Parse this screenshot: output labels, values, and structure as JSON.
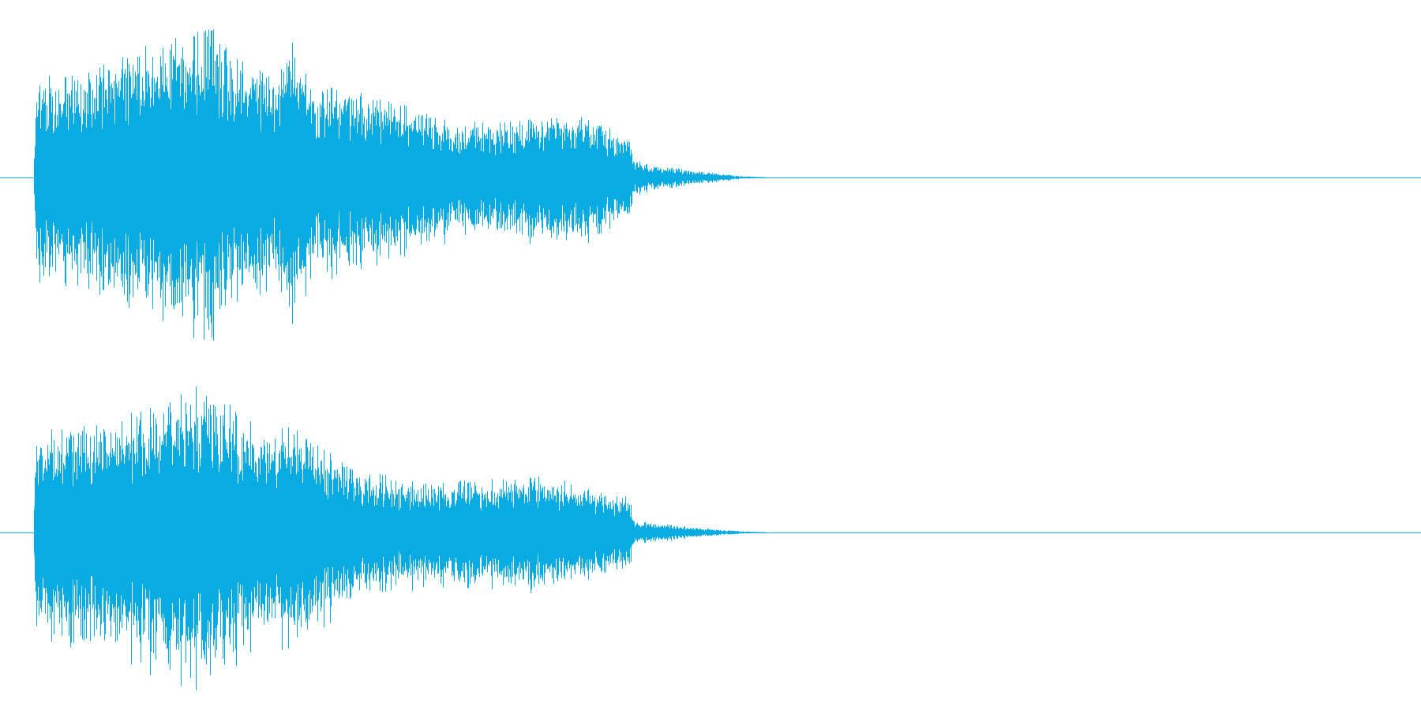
{
  "colors": {
    "background": "#ffffff",
    "waveform": "#08ace3",
    "baseline": "#08ace3"
  },
  "chart_data": {
    "type": "area",
    "title": "",
    "xlabel": "",
    "ylabel": "",
    "grid": false,
    "ylim": [
      -1,
      1
    ],
    "x_unit": "fraction_of_track",
    "series": [
      {
        "envelope": [
          [
            0.0,
            0.0
          ],
          [
            0.002,
            0.62
          ],
          [
            0.01,
            0.7
          ],
          [
            0.03,
            0.72
          ],
          [
            0.06,
            0.8
          ],
          [
            0.09,
            0.92
          ],
          [
            0.11,
            0.98
          ],
          [
            0.13,
            1.0
          ],
          [
            0.15,
            0.8
          ],
          [
            0.175,
            0.73
          ],
          [
            0.185,
            0.95
          ],
          [
            0.2,
            0.63
          ],
          [
            0.24,
            0.57
          ],
          [
            0.27,
            0.48
          ],
          [
            0.3,
            0.4
          ],
          [
            0.33,
            0.37
          ],
          [
            0.36,
            0.42
          ],
          [
            0.38,
            0.43
          ],
          [
            0.4,
            0.4
          ],
          [
            0.42,
            0.33
          ],
          [
            0.43,
            0.29
          ],
          [
            0.432,
            0.13
          ],
          [
            0.45,
            0.08
          ],
          [
            0.48,
            0.04
          ],
          [
            0.51,
            0.01
          ],
          [
            0.53,
            0.0
          ],
          [
            1.0,
            0.0
          ]
        ]
      },
      {
        "envelope": [
          [
            0.0,
            0.0
          ],
          [
            0.002,
            0.66
          ],
          [
            0.01,
            0.74
          ],
          [
            0.03,
            0.7
          ],
          [
            0.06,
            0.76
          ],
          [
            0.09,
            0.9
          ],
          [
            0.11,
            1.0
          ],
          [
            0.13,
            1.0
          ],
          [
            0.15,
            0.78
          ],
          [
            0.175,
            0.69
          ],
          [
            0.185,
            0.74
          ],
          [
            0.2,
            0.6
          ],
          [
            0.24,
            0.43
          ],
          [
            0.27,
            0.35
          ],
          [
            0.3,
            0.34
          ],
          [
            0.33,
            0.36
          ],
          [
            0.36,
            0.38
          ],
          [
            0.38,
            0.36
          ],
          [
            0.4,
            0.3
          ],
          [
            0.42,
            0.25
          ],
          [
            0.43,
            0.26
          ],
          [
            0.432,
            0.08
          ],
          [
            0.45,
            0.06
          ],
          [
            0.48,
            0.03
          ],
          [
            0.51,
            0.01
          ],
          [
            0.53,
            0.0
          ],
          [
            1.0,
            0.0
          ]
        ]
      }
    ]
  }
}
